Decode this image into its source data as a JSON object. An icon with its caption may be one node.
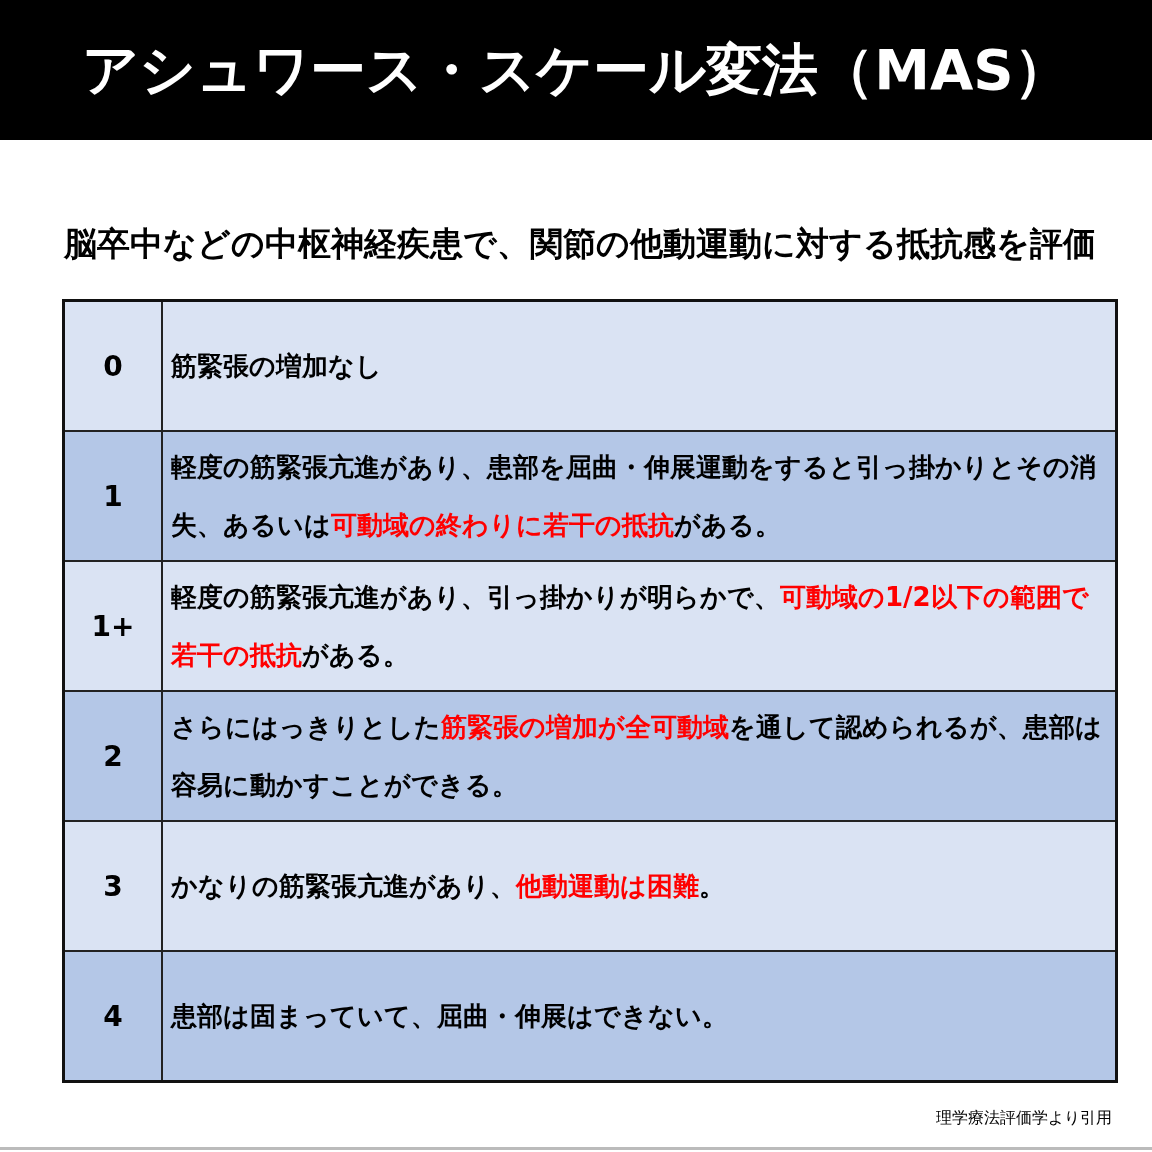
{
  "diagram": {
    "title": "アシュワース・スケール変法（MAS）",
    "labels": [
      "脳卒中などの中枢神経疾患で、関節の他動運動に対する抵抗感を評価",
      "0",
      "筋緊張の増加なし",
      "1",
      "軽度の筋緊張亢進があり、患部を屈曲・伸展運動をすると引っ掛かりとその消失、あるいは**可動域の終わりに若干の抵抗**がある。",
      "1+",
      "軽度の筋緊張亢進があり、引っ掛かりが明らかで、**可動域の1/2以下の範囲で若干の抵抗**がある。",
      "2",
      "さらにはっきりとした**筋緊張の増加が全可動域**を通して認められるが、患部は容易に動かすことができる。",
      "3",
      "かなりの筋緊張亢進があり、**他動運動は困難**。",
      "4",
      "患部は固まっていて、屈曲・伸展はできない。",
      "理学療法評価学より引用"
    ]
  }
}
